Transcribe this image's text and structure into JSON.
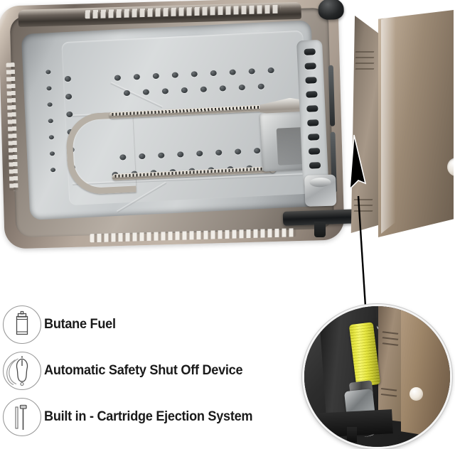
{
  "product": {
    "name": "portable-butane-stove",
    "description": "Open portable butane camping stove shown from above with lid panel raised, stainless U-shaped burner and stamped drip pan visible.",
    "body_color": "#b5a89c",
    "pan_color": "#c6cacc",
    "lid_color": "#9b8974",
    "burner_color": "#b7b0a6"
  },
  "callout": {
    "arrow_name": "detail-arrow",
    "arrow_color": "#000000",
    "points_from": "inset-detail-circle",
    "points_to": "lid-panel"
  },
  "inset": {
    "name": "cartridge-compartment-detail",
    "description": "Close-up circular inset showing a yellow butane cartridge loaded in the stove's fuel compartment next to the champagne lid panel.",
    "cartridge_color": "#e4e42c",
    "border_color": "#f4f4f4"
  },
  "features": [
    {
      "icon": "butane-canister-icon",
      "label": "Butane Fuel"
    },
    {
      "icon": "safety-knob-icon",
      "label": "Automatic Safety Shut Off Device"
    },
    {
      "icon": "ejection-lever-icon",
      "label": "Built in - Cartridge Ejection System"
    }
  ],
  "style": {
    "background": "#ffffff",
    "text_color": "#1a1a1a",
    "icon_stroke": "#8d8d8d"
  }
}
